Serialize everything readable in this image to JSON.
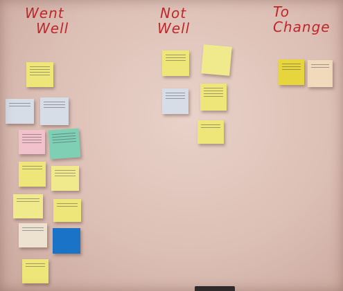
{
  "headings": {
    "went_well": [
      "Went",
      "Well"
    ],
    "not_well": [
      "Not",
      "Well"
    ],
    "to_change": [
      "To",
      "Change"
    ]
  },
  "colors": {
    "marker": "#c0262a",
    "board": "#e0c6bc",
    "note_yellow": "#efe67a",
    "note_blue": "#d6dde6",
    "note_pink": "#f2c2cc",
    "note_green": "#7fcfb4",
    "note_cream": "#ece2cf",
    "note_darkblue": "#1b73c7"
  }
}
